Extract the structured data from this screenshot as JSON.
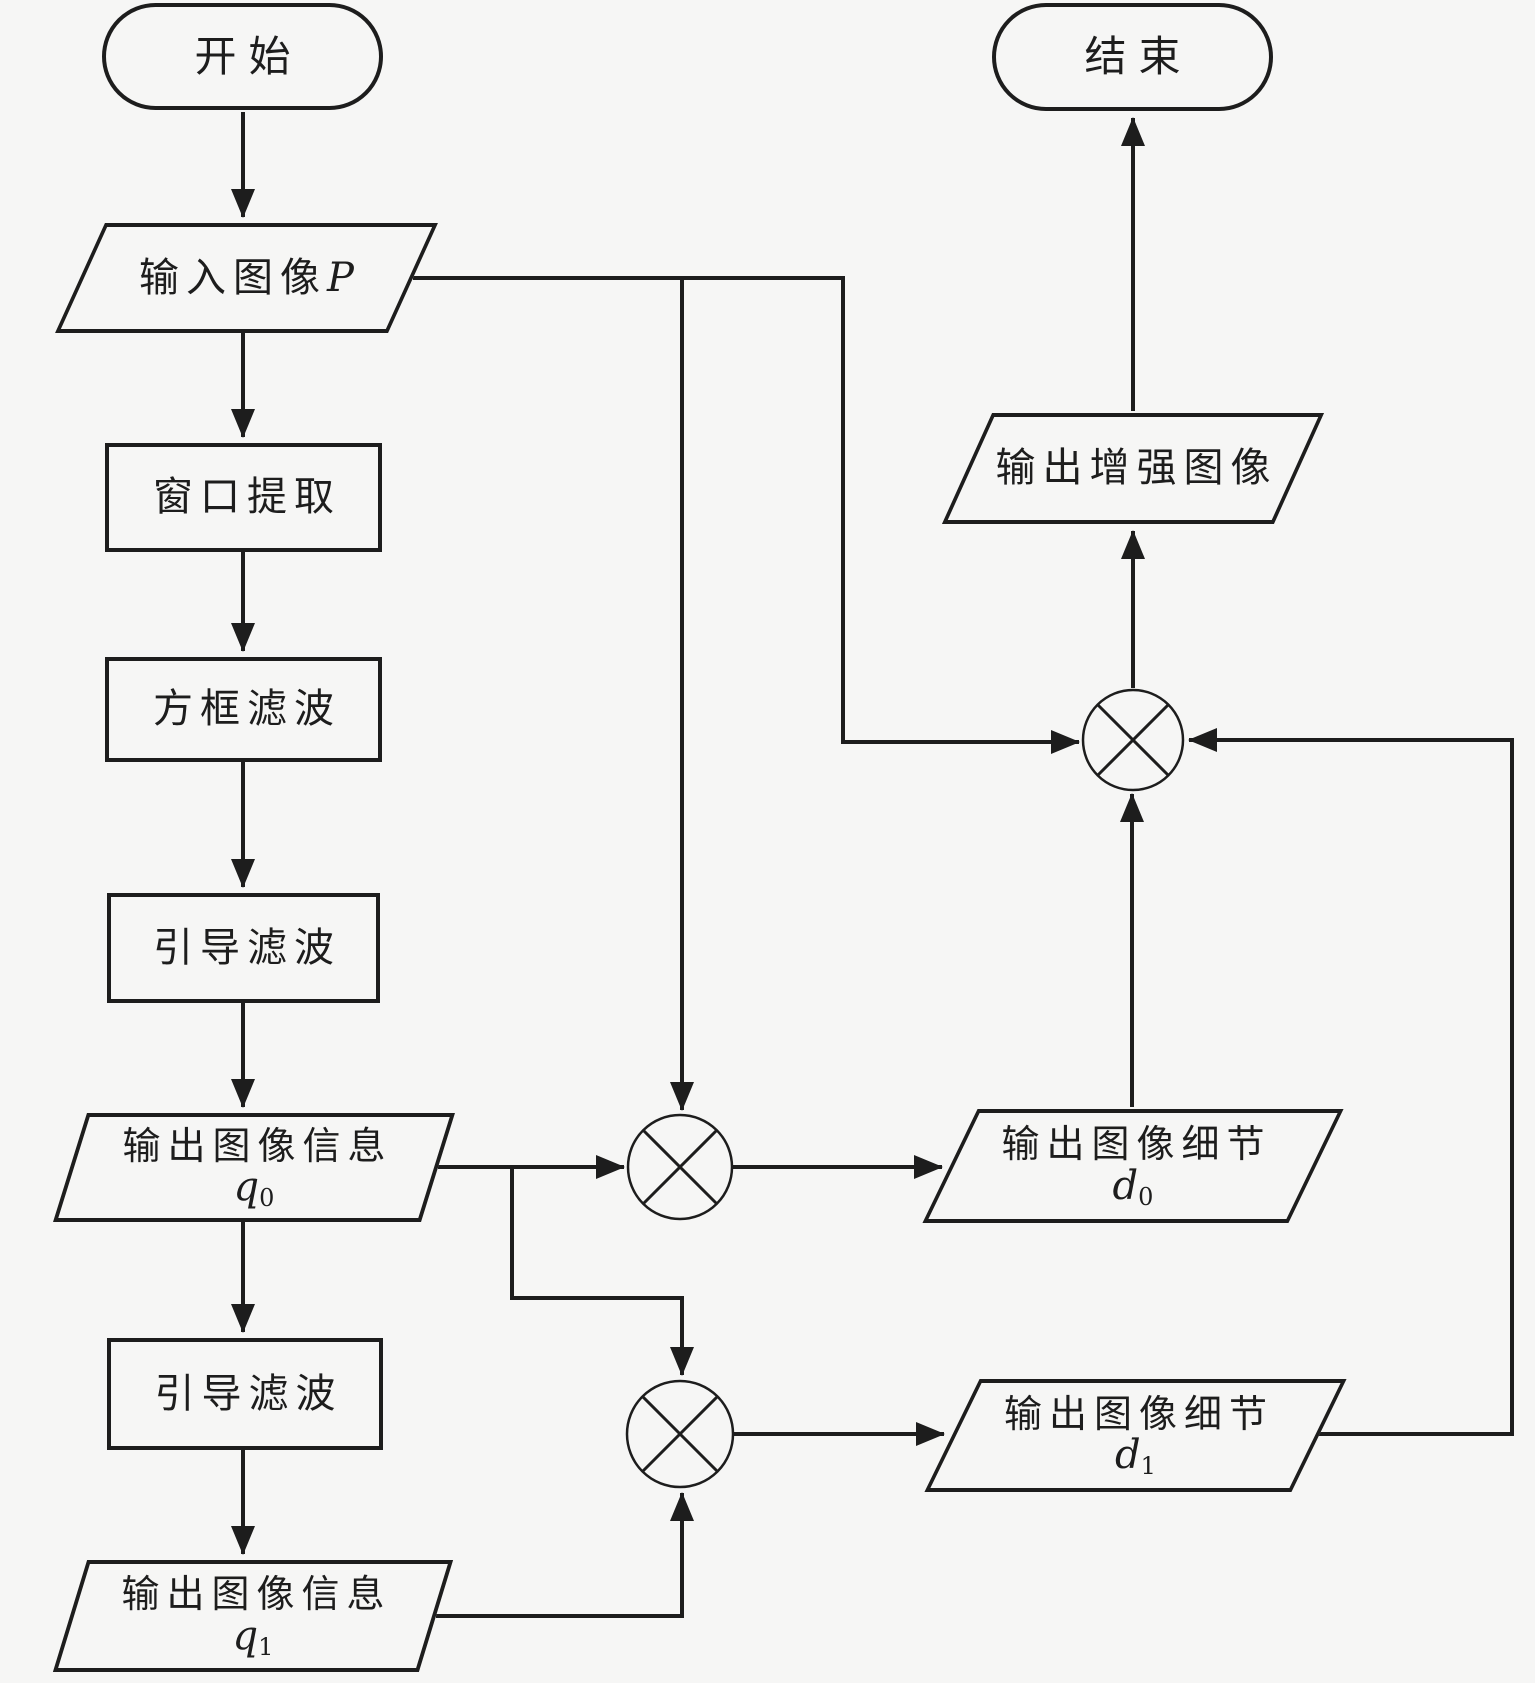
{
  "canvas": {
    "background_color": "#f6f6f5",
    "line_color": "#1d1d1d"
  },
  "nodes": {
    "start": {
      "label": "开始"
    },
    "end": {
      "label": "结束"
    },
    "input_image": {
      "label": "输入图像",
      "var": "P"
    },
    "window_extract": {
      "label": "窗口提取"
    },
    "box_filter": {
      "label": "方框滤波"
    },
    "guided_filter_1": {
      "label": "引导滤波"
    },
    "output_info_q0": {
      "label": "输出图像信息",
      "var": "q",
      "sub": "0"
    },
    "guided_filter_2": {
      "label": "引导滤波"
    },
    "output_info_q1": {
      "label": "输出图像信息",
      "var": "q",
      "sub": "1"
    },
    "output_detail_d0": {
      "label": "输出图像细节",
      "var": "d",
      "sub": "0"
    },
    "output_detail_d1": {
      "label": "输出图像细节",
      "var": "d",
      "sub": "1"
    },
    "output_enhanced": {
      "label": "输出增强图像"
    },
    "multiply_op": {
      "symbol": "⊗",
      "meaning": "multiply"
    }
  },
  "edges": [
    {
      "from": "start",
      "to": "input_image"
    },
    {
      "from": "input_image",
      "to": "window_extract"
    },
    {
      "from": "window_extract",
      "to": "box_filter"
    },
    {
      "from": "box_filter",
      "to": "guided_filter_1"
    },
    {
      "from": "guided_filter_1",
      "to": "output_info_q0"
    },
    {
      "from": "output_info_q0",
      "to": "guided_filter_2"
    },
    {
      "from": "guided_filter_2",
      "to": "output_info_q1"
    },
    {
      "from": "input_image",
      "to": "multiply_1"
    },
    {
      "from": "output_info_q0",
      "to": "multiply_1"
    },
    {
      "from": "multiply_1",
      "to": "output_detail_d0"
    },
    {
      "from": "output_info_q0",
      "to": "multiply_2"
    },
    {
      "from": "output_info_q1",
      "to": "multiply_2"
    },
    {
      "from": "multiply_2",
      "to": "output_detail_d1"
    },
    {
      "from": "input_image",
      "to": "multiply_3"
    },
    {
      "from": "output_detail_d0",
      "to": "multiply_3"
    },
    {
      "from": "output_detail_d1",
      "to": "multiply_3"
    },
    {
      "from": "multiply_3",
      "to": "output_enhanced"
    },
    {
      "from": "output_enhanced",
      "to": "end"
    }
  ]
}
